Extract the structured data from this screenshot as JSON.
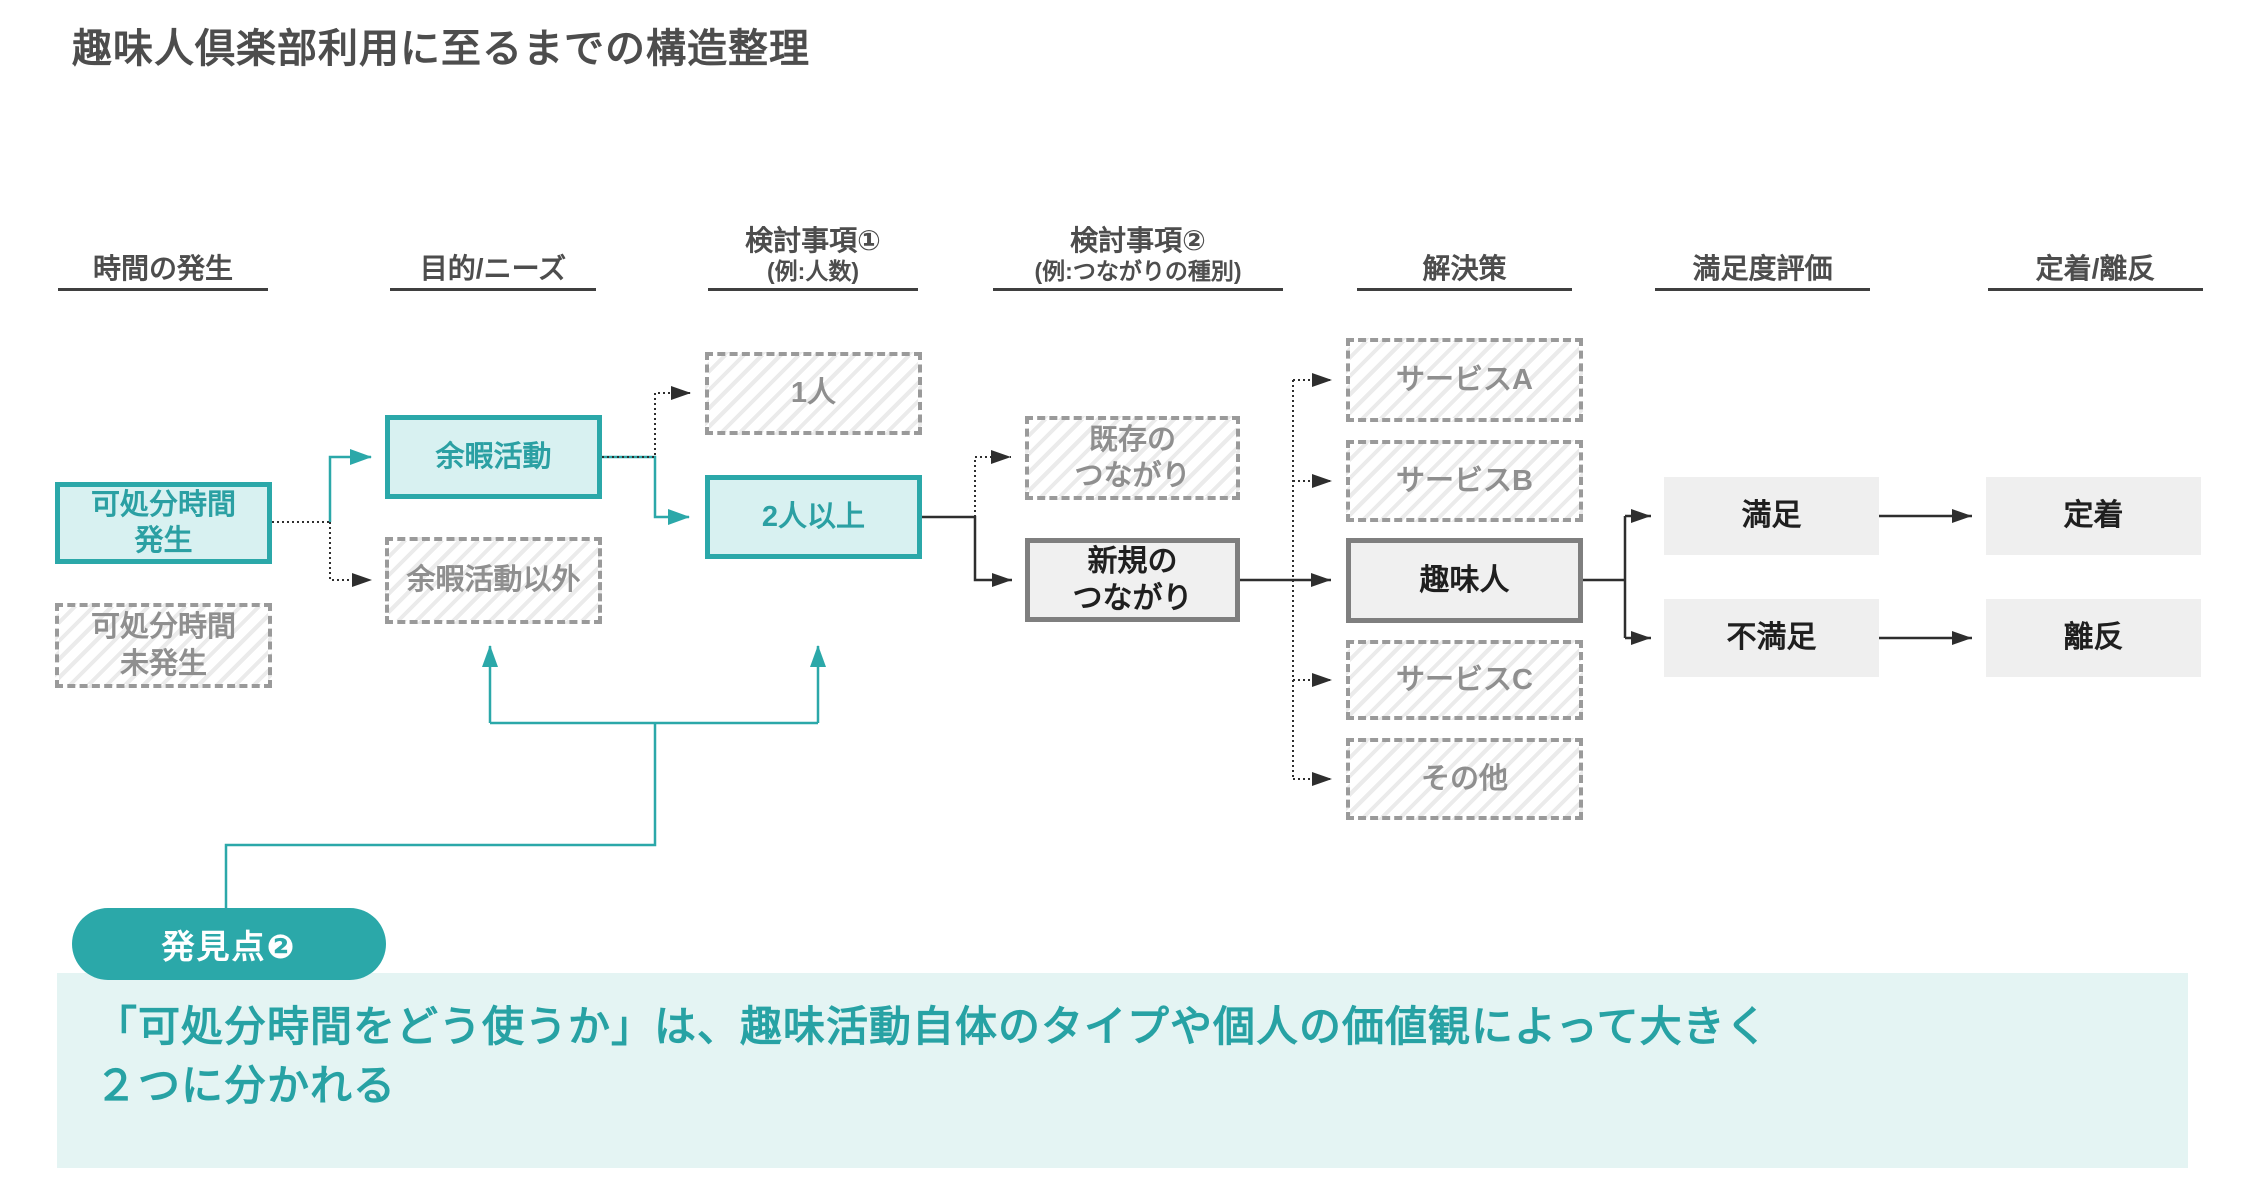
{
  "title": "趣味人倶楽部利用に至るまでの構造整理",
  "columns": [
    {
      "label": "時間の発生",
      "sub": ""
    },
    {
      "label": "目的/ニーズ",
      "sub": ""
    },
    {
      "label": "検討事項①",
      "sub": "(例:人数)"
    },
    {
      "label": "検討事項②",
      "sub": "(例:つながりの種別)"
    },
    {
      "label": "解決策",
      "sub": ""
    },
    {
      "label": "満足度評価",
      "sub": ""
    },
    {
      "label": "定着/離反",
      "sub": ""
    }
  ],
  "nodes": {
    "disposable_time": "可処分時間\n発生",
    "no_disposable_time": "可処分時間\n未発生",
    "leisure": "余暇活動",
    "non_leisure": "余暇活動以外",
    "one_person": "1人",
    "two_plus": "2人以上",
    "existing_ties": "既存の\nつながり",
    "new_ties": "新規の\nつながり",
    "service_a": "サービスA",
    "service_b": "サービスB",
    "shumijin": "趣味人",
    "service_c": "サービスC",
    "other": "その他",
    "satisfied": "満足",
    "dissatisfied": "不満足",
    "retention": "定着",
    "churn": "離反"
  },
  "callout": {
    "badge": "発見点❷",
    "text": "「可処分時間をどう使うか」は、趣味活動自体のタイプや個人の価値観によって大きく\n２つに分かれる"
  },
  "colors": {
    "teal": "#2BA8A9",
    "teal_fill": "#D8F1F1",
    "gray_dashed_border": "#9A9A9A",
    "dark_gray_border": "#7F7F7F",
    "gray_fill": "#EFEFEF",
    "panel_bg": "#E4F4F3",
    "text_gray": "#8F8F8F",
    "text_dark": "#1F1F1F",
    "line_black": "#2E2E2E"
  }
}
